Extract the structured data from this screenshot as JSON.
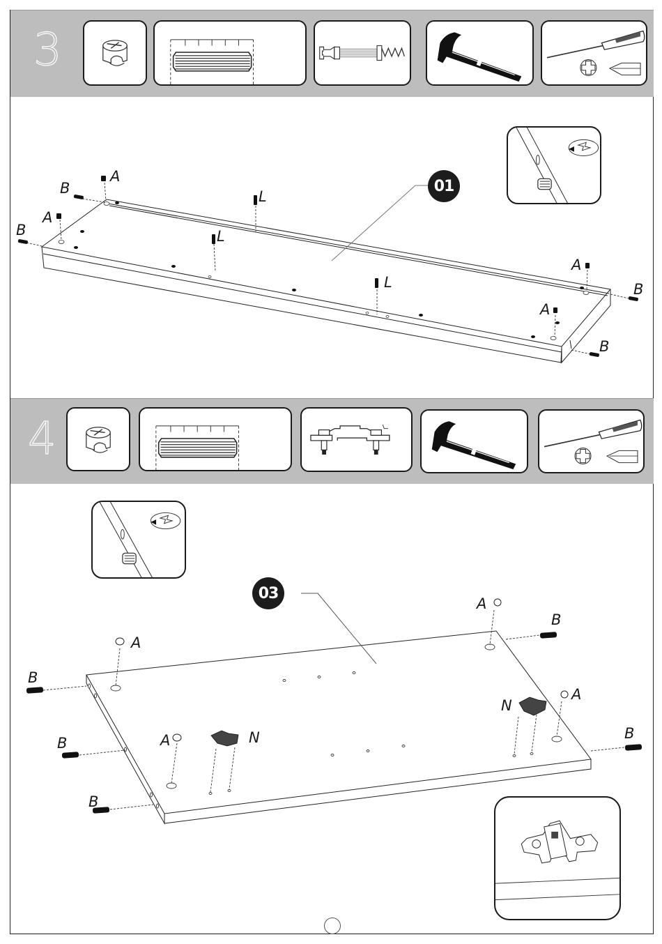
{
  "document": {
    "type": "furniture assembly instructions",
    "page_number_marker": ""
  },
  "steps": [
    {
      "number": "3",
      "tools": [
        {
          "name": "cam-lock-fitting",
          "kind": "part"
        },
        {
          "name": "ruler-dowel-gauge",
          "kind": "part"
        },
        {
          "name": "cam-bolt-connector",
          "kind": "part"
        },
        {
          "name": "hammer",
          "kind": "tool"
        },
        {
          "name": "phillips-and-flat-screwdriver",
          "kind": "tool"
        }
      ],
      "panel_callout": "01",
      "part_labels": [
        "A",
        "B",
        "A",
        "B",
        "L",
        "L",
        "L",
        "A",
        "B",
        "A",
        "B"
      ],
      "detail_inset": "cam-lock-rotation-detail"
    },
    {
      "number": "4",
      "tools": [
        {
          "name": "cam-lock-fitting",
          "kind": "part"
        },
        {
          "name": "ruler-dowel-gauge",
          "kind": "part"
        },
        {
          "name": "hinge-mounting-plate",
          "kind": "part"
        },
        {
          "name": "hammer",
          "kind": "tool"
        },
        {
          "name": "phillips-and-flat-screwdriver",
          "kind": "tool"
        }
      ],
      "panel_callout": "03",
      "part_labels": [
        "A",
        "A",
        "B",
        "B",
        "A",
        "N",
        "B",
        "B",
        "N",
        "A",
        "B"
      ],
      "detail_inset": "cam-lock-rotation-detail",
      "hinge_inset": "hinge-plate-mounted-detail"
    }
  ],
  "labels": {
    "A": "A",
    "B": "B",
    "L": "L",
    "N": "N"
  },
  "colors": {
    "band": "#bdbdbd",
    "ink": "#1a1a1a",
    "callout_bg": "#1c1c1c",
    "callout_text": "#ffffff"
  }
}
